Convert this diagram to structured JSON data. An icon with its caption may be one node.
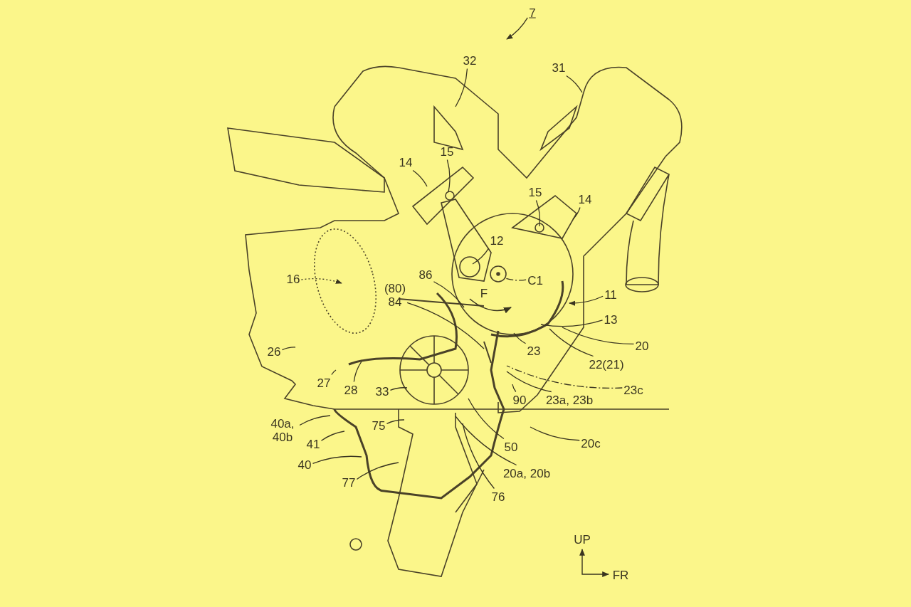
{
  "diagram": {
    "nodes": [
      {
        "text": [
          "7"
        ]
      },
      {
        "text": [
          "32"
        ]
      },
      {
        "text": [
          "31"
        ]
      },
      {
        "text": [
          "14"
        ]
      },
      {
        "text": [
          "15"
        ]
      },
      {
        "text": [
          "15"
        ]
      },
      {
        "text": [
          "14"
        ]
      },
      {
        "text": [
          "12"
        ]
      },
      {
        "text": [
          "C1"
        ]
      },
      {
        "text": [
          "16"
        ]
      },
      {
        "text": [
          "86"
        ]
      },
      {
        "text": [
          "11"
        ]
      },
      {
        "text": [
          "13"
        ]
      },
      {
        "text": [
          "(80)",
          "84"
        ]
      },
      {
        "text": [
          "20"
        ]
      },
      {
        "text": [
          "23"
        ]
      },
      {
        "text": [
          "22(21)"
        ]
      },
      {
        "text": [
          "26"
        ]
      },
      {
        "text": [
          "27"
        ]
      },
      {
        "text": [
          "28"
        ]
      },
      {
        "text": [
          "33"
        ]
      },
      {
        "text": [
          "90"
        ]
      },
      {
        "text": [
          "23c"
        ]
      },
      {
        "text": [
          "23a, 23b"
        ]
      },
      {
        "text": [
          "40a, 40b"
        ]
      },
      {
        "text": [
          "75"
        ]
      },
      {
        "text": [
          "41"
        ]
      },
      {
        "text": [
          "40"
        ]
      },
      {
        "text": [
          "77"
        ]
      },
      {
        "text": [
          "20a, 20b"
        ]
      },
      {
        "text": [
          "50"
        ]
      },
      {
        "text": [
          "76"
        ]
      },
      {
        "text": [
          "20c"
        ]
      }
    ],
    "edges": [
      {
        "from": 0,
        "to": null,
        "arrow": "to"
      },
      {
        "from": 1,
        "to": null,
        "arrow": "none"
      },
      {
        "from": 2,
        "to": null,
        "arrow": "none"
      },
      {
        "from": 3,
        "to": null,
        "arrow": "none"
      },
      {
        "from": 4,
        "to": null,
        "arrow": "none"
      },
      {
        "from": 5,
        "to": null,
        "arrow": "none"
      },
      {
        "from": 6,
        "to": null,
        "arrow": "none"
      },
      {
        "from": 7,
        "to": null,
        "arrow": "none"
      },
      {
        "from": 8,
        "to": null,
        "arrow": "none",
        "style": "dashed"
      },
      {
        "from": 9,
        "to": null,
        "arrow": "to",
        "style": "dashed"
      },
      {
        "from": 10,
        "to": null,
        "arrow": "none"
      },
      {
        "from": 11,
        "to": null,
        "arrow": "to"
      },
      {
        "from": 12,
        "to": null,
        "arrow": "none"
      },
      {
        "from": 13,
        "to": null,
        "arrow": "none"
      },
      {
        "from": 14,
        "to": null,
        "arrow": "none"
      },
      {
        "from": 15,
        "to": null,
        "arrow": "none"
      },
      {
        "from": 16,
        "to": null,
        "arrow": "none"
      },
      {
        "from": 17,
        "to": null,
        "arrow": "none"
      },
      {
        "from": 18,
        "to": null,
        "arrow": "none"
      },
      {
        "from": 19,
        "to": null,
        "arrow": "none"
      },
      {
        "from": 20,
        "to": null,
        "arrow": "none"
      },
      {
        "from": 21,
        "to": null,
        "arrow": "none"
      },
      {
        "from": 22,
        "to": null,
        "arrow": "none",
        "style": "dashed"
      },
      {
        "from": 23,
        "to": null,
        "arrow": "none"
      },
      {
        "from": 24,
        "to": null,
        "arrow": "none"
      },
      {
        "from": 25,
        "to": null,
        "arrow": "none"
      },
      {
        "from": 26,
        "to": null,
        "arrow": "none"
      },
      {
        "from": 27,
        "to": null,
        "arrow": "none"
      },
      {
        "from": 28,
        "to": null,
        "arrow": "none"
      },
      {
        "from": 29,
        "to": null,
        "arrow": "none"
      },
      {
        "from": 30,
        "to": null,
        "arrow": "none"
      },
      {
        "from": 31,
        "to": null,
        "arrow": "none"
      },
      {
        "from": 32,
        "to": null,
        "arrow": "none"
      }
    ],
    "labels": [
      "F",
      "UP",
      "FR"
    ]
  }
}
